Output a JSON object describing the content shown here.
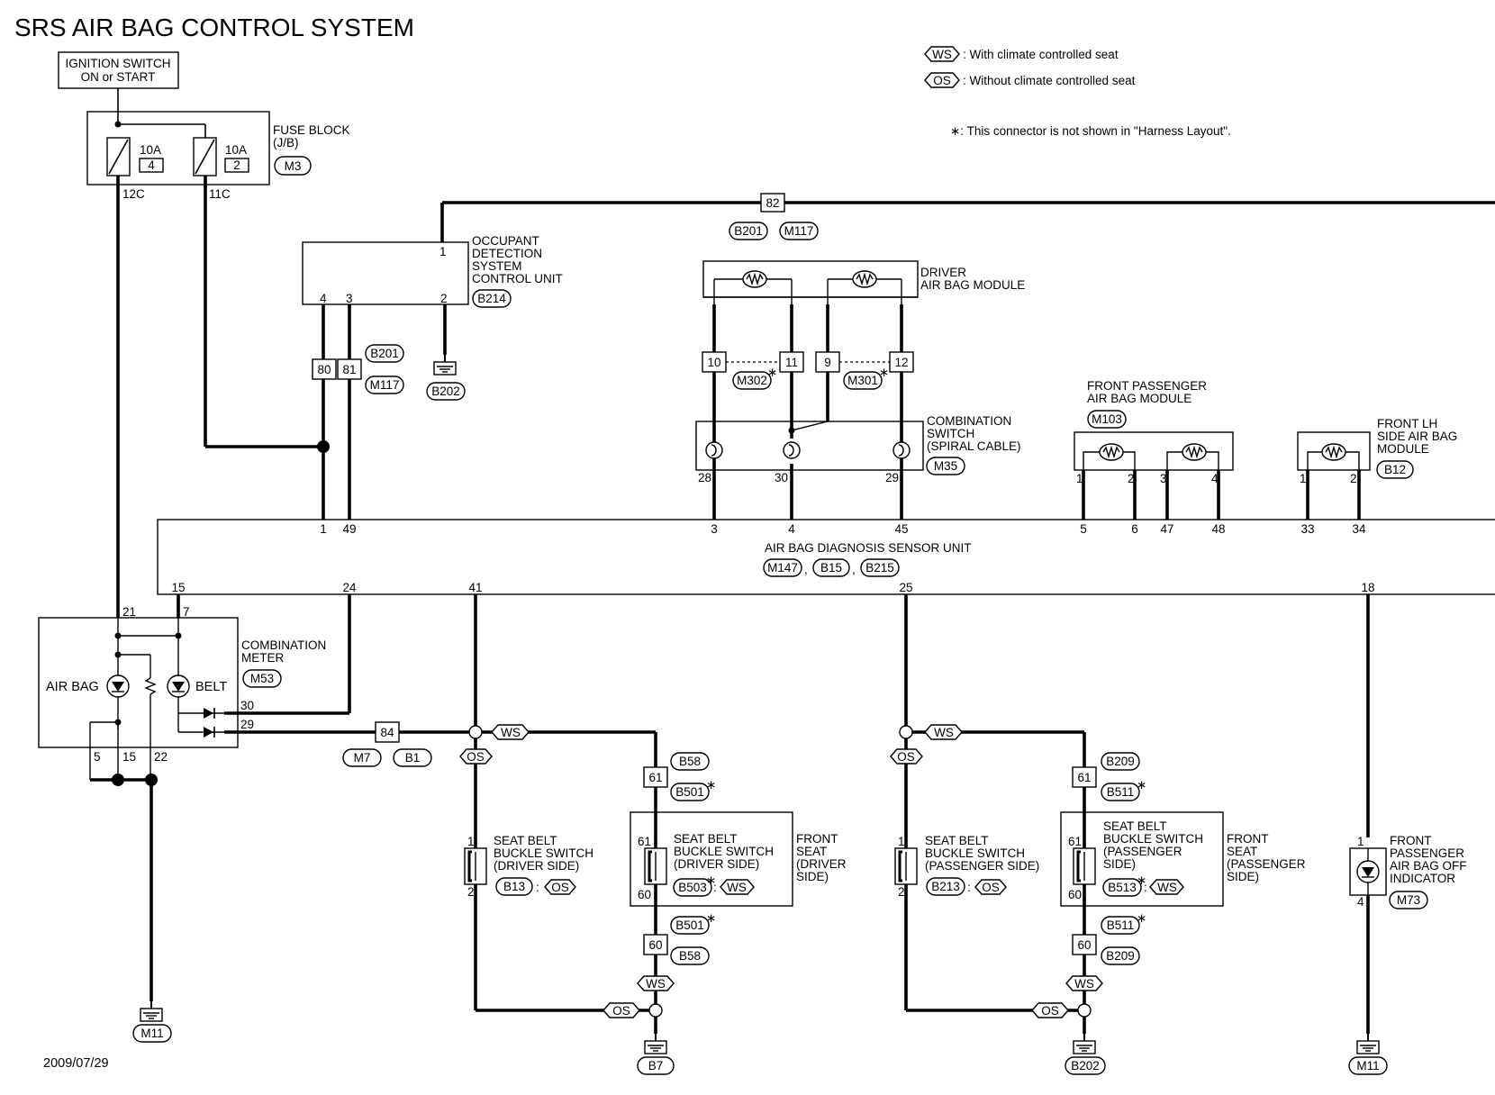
{
  "title": "SRS AIR BAG CONTROL SYSTEM",
  "date": "2009/07/29",
  "legend": {
    "ws_tag": "WS",
    "ws_text": ": With climate controlled seat",
    "os_tag": "OS",
    "os_text": ": Without climate controlled seat",
    "note": "∗: This connector is not shown in \"Harness Layout\"."
  },
  "ignition": {
    "line1": "IGNITION SWITCH",
    "line2": "ON or START"
  },
  "fuse_block": {
    "label1": "FUSE BLOCK",
    "label2": "(J/B)",
    "connector": "M3",
    "fuse_a_rating": "10A",
    "fuse_a_no": "4",
    "fuse_a_pin": "12C",
    "fuse_b_rating": "10A",
    "fuse_b_no": "2",
    "fuse_b_pin": "11C"
  },
  "junction_top": {
    "pin": "82",
    "conn_a": "B201",
    "conn_b": "M117"
  },
  "ods_unit": {
    "line1": "OCCUPANT",
    "line2": "DETECTION",
    "line3": "SYSTEM",
    "line4": "CONTROL UNIT",
    "connector": "B214",
    "pin_1": "1",
    "pin_2": "2",
    "pin_3": "3",
    "pin_4": "4",
    "jpin_80": "80",
    "jpin_81": "81",
    "jconn_a": "B201",
    "jconn_b": "M117",
    "ground": "B202"
  },
  "driver_airbag": {
    "line1": "DRIVER",
    "line2": "AIR BAG MODULE"
  },
  "driver_connectors": {
    "pin_10": "10",
    "pin_11": "11",
    "pin_9": "9",
    "pin_12": "12",
    "conn_m302": "M302",
    "conn_m301": "M301",
    "star": "∗"
  },
  "spiral_cable": {
    "line1": "COMBINATION",
    "line2": "SWITCH",
    "line3": "(SPIRAL CABLE)",
    "connector": "M35",
    "pin_28": "28",
    "pin_30": "30",
    "pin_29": "29"
  },
  "front_pass_airbag": {
    "line1": "FRONT PASSENGER",
    "line2": "AIR BAG MODULE",
    "connector": "M103",
    "pin_1": "1",
    "pin_2": "2",
    "pin_3": "3",
    "pin_4": "4"
  },
  "lh_side_airbag": {
    "line1": "FRONT LH",
    "line2": "SIDE AIR BAG",
    "line3": "MODULE",
    "connector": "B12",
    "pin_1": "1",
    "pin_2": "2"
  },
  "sensor_unit": {
    "label": "AIR BAG DIAGNOSIS SENSOR UNIT",
    "conn_a": "M147",
    "conn_b": "B15",
    "conn_c": "B215",
    "sep": ",",
    "top_pins": [
      "1",
      "49",
      "3",
      "4",
      "45",
      "5",
      "6",
      "47",
      "48",
      "33",
      "34"
    ],
    "bottom_pins": [
      "15",
      "24",
      "41",
      "25",
      "18"
    ]
  },
  "comb_meter": {
    "line1": "COMBINATION",
    "line2": "METER",
    "connector": "M53",
    "airbag_label": "AIR BAG",
    "belt_label": "BELT",
    "pin_21": "21",
    "pin_7": "7",
    "pin_30": "30",
    "pin_29": "29",
    "pin_5": "5",
    "pin_15": "15",
    "pin_22": "22",
    "ground": "M11"
  },
  "driver_side": {
    "jpin_84": "84",
    "jconn_a": "M7",
    "jconn_b": "B1",
    "ws": "WS",
    "os": "OS",
    "sw_label1": "SEAT BELT",
    "sw_label2": "BUCKLE SWITCH",
    "sw_label3": "(DRIVER SIDE)",
    "sw_conn": "B13",
    "colon": ":",
    "sw_pin1": "1",
    "sw_pin2": "2",
    "pin_61": "61",
    "conn_b58": "B58",
    "conn_b501": "B501",
    "seat_label1": "FRONT",
    "seat_label2": "SEAT",
    "seat_label3": "(DRIVER",
    "seat_label4": "SIDE)",
    "inner_pin61": "61",
    "inner_pin60": "60",
    "inner_conn": "B503",
    "pin_60": "60",
    "ground": "B7",
    "star": "∗"
  },
  "passenger_side": {
    "ws": "WS",
    "os": "OS",
    "sw_label1": "SEAT BELT",
    "sw_label2": "BUCKLE SWITCH",
    "sw_label3": "(PASSENGER SIDE)",
    "sw_conn": "B213",
    "colon": ":",
    "sw_pin1": "1",
    "sw_pin2": "2",
    "pin_61": "61",
    "conn_b209": "B209",
    "conn_b511": "B511",
    "in_label1": "SEAT BELT",
    "in_label2": "BUCKLE SWITCH",
    "in_label3": "(PASSENGER",
    "in_label4": "SIDE)",
    "seat_label1": "FRONT",
    "seat_label2": "SEAT",
    "seat_label3": "(PASSENGER",
    "seat_label4": "SIDE)",
    "inner_pin61": "61",
    "inner_pin60": "60",
    "inner_conn": "B513",
    "pin_60": "60",
    "ground": "B202",
    "star": "∗"
  },
  "pass_indicator": {
    "line1": "FRONT",
    "line2": "PASSENGER",
    "line3": "AIR BAG OFF",
    "line4": "INDICATOR",
    "connector": "M73",
    "pin_1": "1",
    "pin_4": "4",
    "ground": "M11"
  }
}
